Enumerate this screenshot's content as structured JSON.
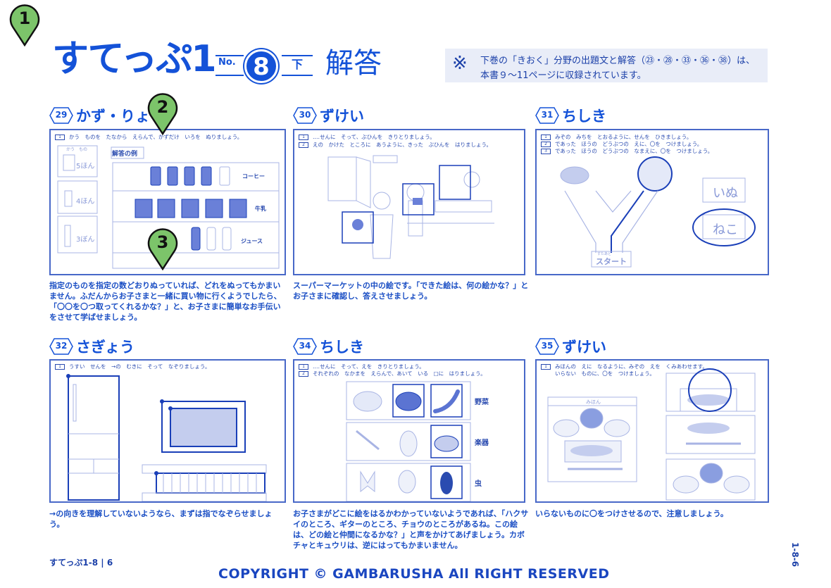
{
  "header": {
    "logo": "すてっぷ1",
    "no_label": "No.",
    "number": "8",
    "volume": "下",
    "title": "解答"
  },
  "note": {
    "mark": "※",
    "line1": "下巻の「きおく」分野の出題文と解答（㉓・㉘・㉝・㊱・㊳）は、",
    "line2": "本書９～11ページに収録されています。"
  },
  "sections": [
    {
      "number": "29",
      "title": "かず・りょう",
      "instructions": [
        "かう　ものを　たなから　えらんで、かずだけ　いろを　ぬりましょう。"
      ],
      "items": {
        "example_label": "解答の例",
        "left_header": "かう　もの",
        "counts": [
          "5ほん",
          "4ほん",
          "3ぼん"
        ],
        "shelf_labels": [
          "コーヒー",
          "牛乳",
          "ジュース"
        ]
      },
      "description": "指定のものを指定の数どおりぬっていれば、どれをぬってもかまいません。ふだんからお子さまと一緒に買い物に行くようでしたら、「〇〇を〇つ取ってくれるかな？」と、お子さまに簡単なお手伝いをさせて学ばせましょう。"
    },
    {
      "number": "30",
      "title": "ずけい",
      "instructions": [
        "‥‥せんに　そって、ぶひんを　きりとりましょう。",
        "えの　かけた　ところに　あうように、きった　ぶひんを　はりましょう。"
      ],
      "description": "スーパーマーケットの中の絵です。「できた絵は、何の絵かな？」とお子さまに確認し、答えさせましょう。"
    },
    {
      "number": "31",
      "title": "ちしき",
      "instructions": [
        "みぞの　みちを　とおるように、せんを　ひきましょう。",
        "であった　ほうの　どうぶつの　えに、〇を　つけましょう。",
        "であった　ほうの　どうぶつの　なまえに、〇を　つけましょう。"
      ],
      "items": {
        "names": [
          "いぬ",
          "ねこ"
        ],
        "start": "スタート",
        "start_ruby": "すたあと"
      },
      "description": ""
    },
    {
      "number": "32",
      "title": "さぎょう",
      "instructions": [
        "うすい　せんを　→の　むきに　そって　なぞりましょう。"
      ],
      "description": "→の向きを理解していないようなら、まずは指でなぞらせましょう。"
    },
    {
      "number": "34",
      "title": "ちしき",
      "instructions": [
        "‥‥せんに　そって、えを　きりとりましょう。",
        "それぞれの　なかまを　えらんで、あいて　いる　□に　はりましょう。"
      ],
      "items": {
        "categories": [
          "野菜",
          "楽器",
          "虫"
        ]
      },
      "description": "お子さまがどこに絵をはるかわかっていないようであれば、「ハクサイのところ、ギターのところ、チョウのところがあるね。この絵は、どの絵と仲間になるかな？」と声をかけてあげましょう。カボチャとキュウリは、逆にはってもかまいません。"
    },
    {
      "number": "35",
      "title": "ずけい",
      "instructions": [
        "みほんの　えに　なるように、みぞの　えを　くみあわせます。",
        "いらない　ものに、〇を　つけましょう。"
      ],
      "items": {
        "sample_label": "みほん"
      },
      "description": "いらないものに〇をつけさせるので、注意しましょう。"
    }
  ],
  "footer": {
    "left": "すてっぷ1-8 | 6",
    "copyright": "COPYRIGHT © GAMBARUSHA All RIGHT RESERVED",
    "side_code": "1-8-6"
  },
  "markers": [
    "1",
    "2",
    "3"
  ],
  "colors": {
    "primary": "#1452d8",
    "light": "#a8b4e4",
    "marker": "#7cc46a",
    "note_bg": "#e9edf8"
  }
}
